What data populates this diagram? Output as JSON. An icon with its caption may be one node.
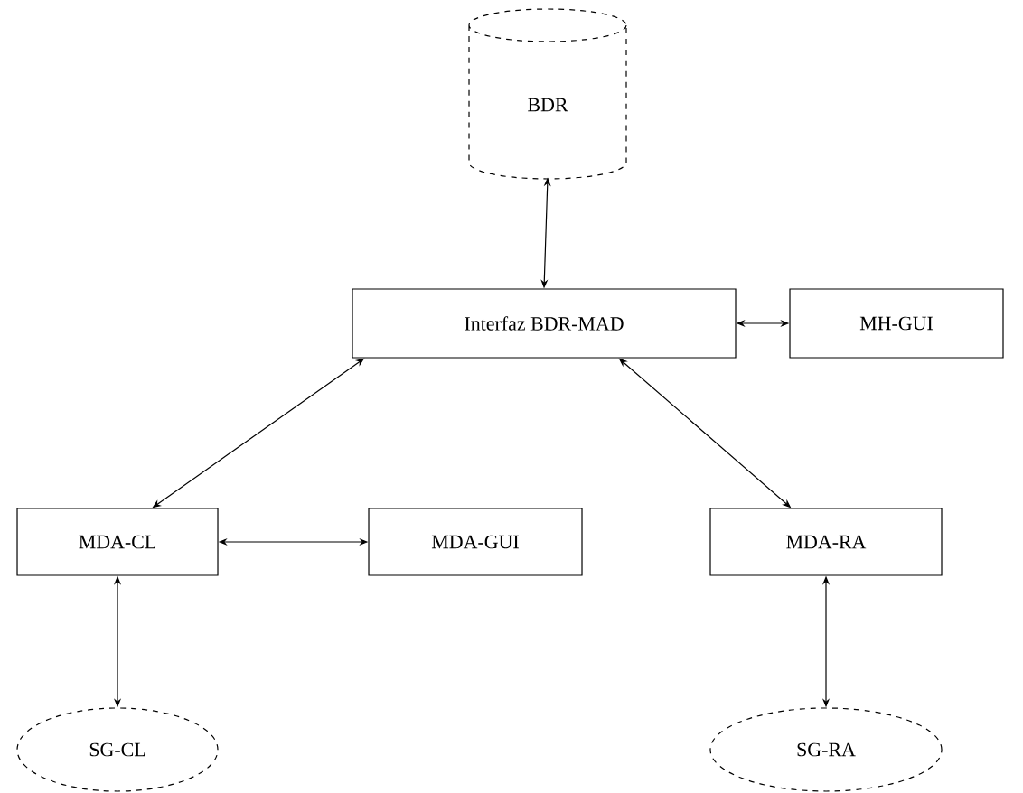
{
  "diagram": {
    "nodes": [
      {
        "text": [
          "BDR"
        ]
      },
      {
        "text": [
          "Interfaz BDR-MAD"
        ]
      },
      {
        "text": [
          "MH-GUI"
        ]
      },
      {
        "text": [
          "MDA-CL"
        ]
      },
      {
        "text": [
          "MDA-GUI"
        ]
      },
      {
        "text": [
          "MDA-RA"
        ]
      },
      {
        "text": [
          "SG-CL"
        ]
      },
      {
        "text": [
          "SG-RA"
        ]
      }
    ],
    "edges": [
      {
        "from": 0,
        "to": 1,
        "arrow": "both"
      },
      {
        "from": 1,
        "to": 2,
        "arrow": "both"
      },
      {
        "from": 1,
        "to": 3,
        "arrow": "both"
      },
      {
        "from": 3,
        "to": 4,
        "arrow": "both"
      },
      {
        "from": 1,
        "to": 5,
        "arrow": "both"
      },
      {
        "from": 3,
        "to": 6,
        "arrow": "both"
      },
      {
        "from": 5,
        "to": 7,
        "arrow": "both"
      }
    ]
  }
}
